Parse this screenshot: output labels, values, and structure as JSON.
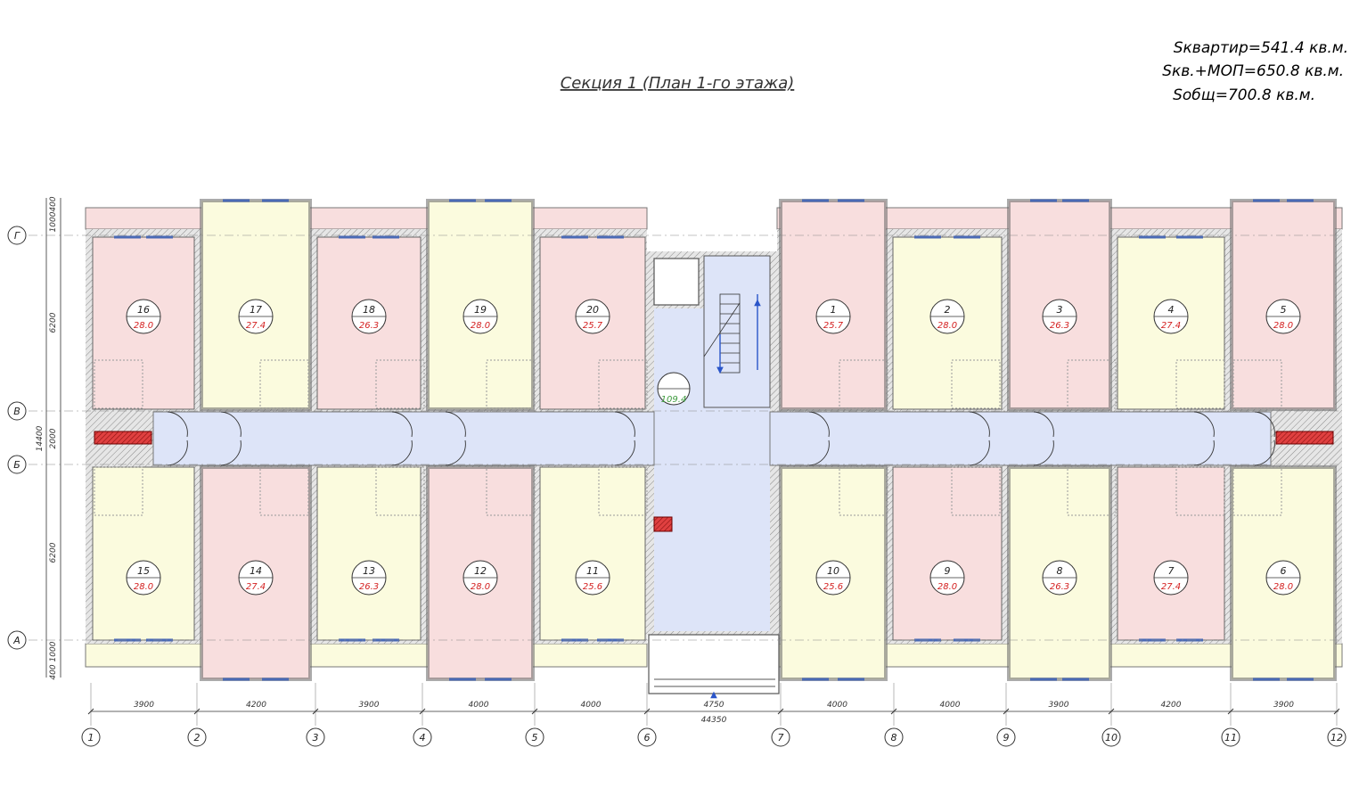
{
  "title": "Секция 1 (План 1-го этажа)",
  "areas": [
    {
      "text": "Sквартир=541.4 кв.м.",
      "color": "#d42020"
    },
    {
      "text": "Sкв.+МОП=650.8 кв.м.",
      "color": "#3c9a3c"
    },
    {
      "text": "Sобщ=700.8 кв.м.",
      "color": "#2a55c9"
    }
  ],
  "colors": {
    "pink": "#f8dede",
    "yellow": "#fbfbde",
    "corridor": "#dde4f8",
    "wall": "#777777",
    "area_red": "#d42020",
    "area_green": "#3c9a3c"
  },
  "row_axes": [
    "Г",
    "В",
    "Б",
    "А"
  ],
  "col_axes": [
    "1",
    "2",
    "3",
    "4",
    "5",
    "6",
    "7",
    "8",
    "9",
    "10",
    "11",
    "12"
  ],
  "col_spans": [
    "3900",
    "4200",
    "3900",
    "4000",
    "4000",
    "4750",
    "4000",
    "4000",
    "3900",
    "4200",
    "3900"
  ],
  "total_dim": "44350",
  "left_dims": {
    "top1": "400",
    "top2": "1000",
    "span1": "6200",
    "span2": "2000",
    "span3": "6200",
    "bot1": "1000",
    "bot2": "400",
    "total": "14400"
  },
  "stair_area": "109.4",
  "rooms": [
    {
      "num": "16",
      "area": "28.0",
      "color": "pink"
    },
    {
      "num": "17",
      "area": "27.4",
      "color": "yellow"
    },
    {
      "num": "18",
      "area": "26.3",
      "color": "pink"
    },
    {
      "num": "19",
      "area": "28.0",
      "color": "yellow"
    },
    {
      "num": "20",
      "area": "25.7",
      "color": "pink"
    },
    {
      "num": "1",
      "area": "25.7",
      "color": "pink"
    },
    {
      "num": "2",
      "area": "28.0",
      "color": "yellow"
    },
    {
      "num": "3",
      "area": "26.3",
      "color": "pink"
    },
    {
      "num": "4",
      "area": "27.4",
      "color": "yellow"
    },
    {
      "num": "5",
      "area": "28.0",
      "color": "pink"
    },
    {
      "num": "15",
      "area": "28.0",
      "color": "yellow"
    },
    {
      "num": "14",
      "area": "27.4",
      "color": "pink"
    },
    {
      "num": "13",
      "area": "26.3",
      "color": "yellow"
    },
    {
      "num": "12",
      "area": "28.0",
      "color": "pink"
    },
    {
      "num": "11",
      "area": "25.6",
      "color": "yellow"
    },
    {
      "num": "10",
      "area": "25.6",
      "color": "yellow"
    },
    {
      "num": "9",
      "area": "28.0",
      "color": "pink"
    },
    {
      "num": "8",
      "area": "26.3",
      "color": "yellow"
    },
    {
      "num": "7",
      "area": "27.4",
      "color": "pink"
    },
    {
      "num": "6",
      "area": "28.0",
      "color": "yellow"
    }
  ]
}
